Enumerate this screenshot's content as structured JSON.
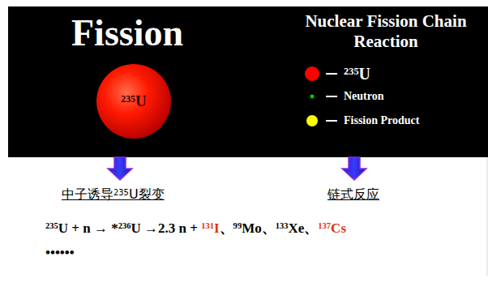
{
  "diagram": {
    "title": "Fission",
    "nodes": [
      {
        "text": [
          "235U"
        ]
      }
    ],
    "labels": [
      "Nuclear Fission Chain Reaction",
      "中子诱导235U裂变",
      "链式反应",
      "235U + n → *236U →2.3 n + ",
      "131I",
      "、99Mo、133Xe、",
      "137Cs",
      "••••••"
    ],
    "legend": [
      {
        "text": "235U",
        "color": "#ff0000"
      },
      {
        "text": "Neutron",
        "color": "#00c800"
      },
      {
        "text": "Fission Product",
        "color": "#ffff00"
      }
    ]
  }
}
